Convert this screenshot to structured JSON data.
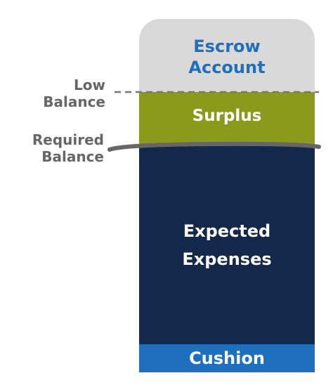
{
  "diagram": {
    "title": "Escrow\nAccount",
    "segments": {
      "surplus": "Surplus",
      "expected_expenses": "Expected\nExpenses",
      "cushion": "Cushion"
    },
    "markers": {
      "low_balance": "Low\nBalance",
      "required_balance": "Required\nBalance"
    },
    "colors": {
      "header": "#d9d9d9",
      "title_text": "#1f6fbf",
      "surplus": "#8b9a1a",
      "expected_expenses": "#13284b",
      "cushion": "#1f6fbf",
      "marker_text": "#666666"
    }
  }
}
